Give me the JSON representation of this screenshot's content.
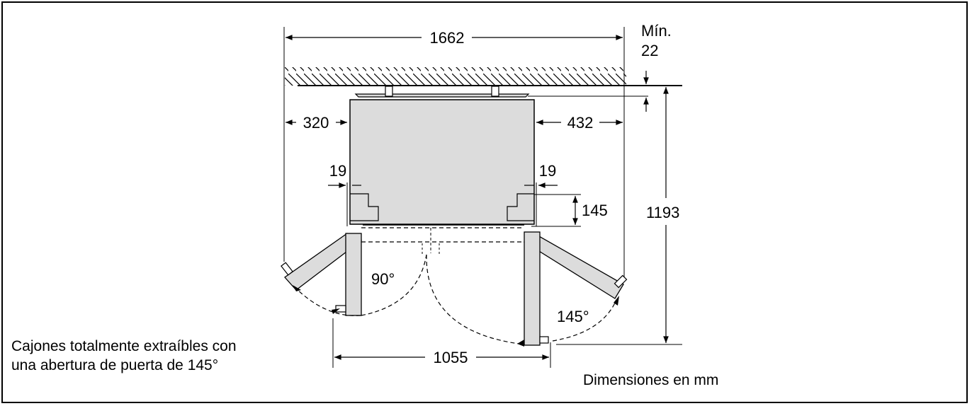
{
  "dimensions": {
    "total_width": "1662",
    "min_gap_label": "Mín.",
    "min_gap_value": "22",
    "left_clearance": "320",
    "right_clearance": "432",
    "left_side_gap": "19",
    "right_side_gap": "19",
    "hinge_depth": "145",
    "total_depth": "1193",
    "door_open_width": "1055",
    "angle_small": "90°",
    "angle_large": "145°"
  },
  "notes": {
    "caption_line1": "Cajones totalmente extraíbles con",
    "caption_line2": "una abertura de puerta de 145°",
    "units": "Dimensiones en mm"
  },
  "colors": {
    "appliance_fill": "#dcdcdc",
    "line": "#000000"
  }
}
